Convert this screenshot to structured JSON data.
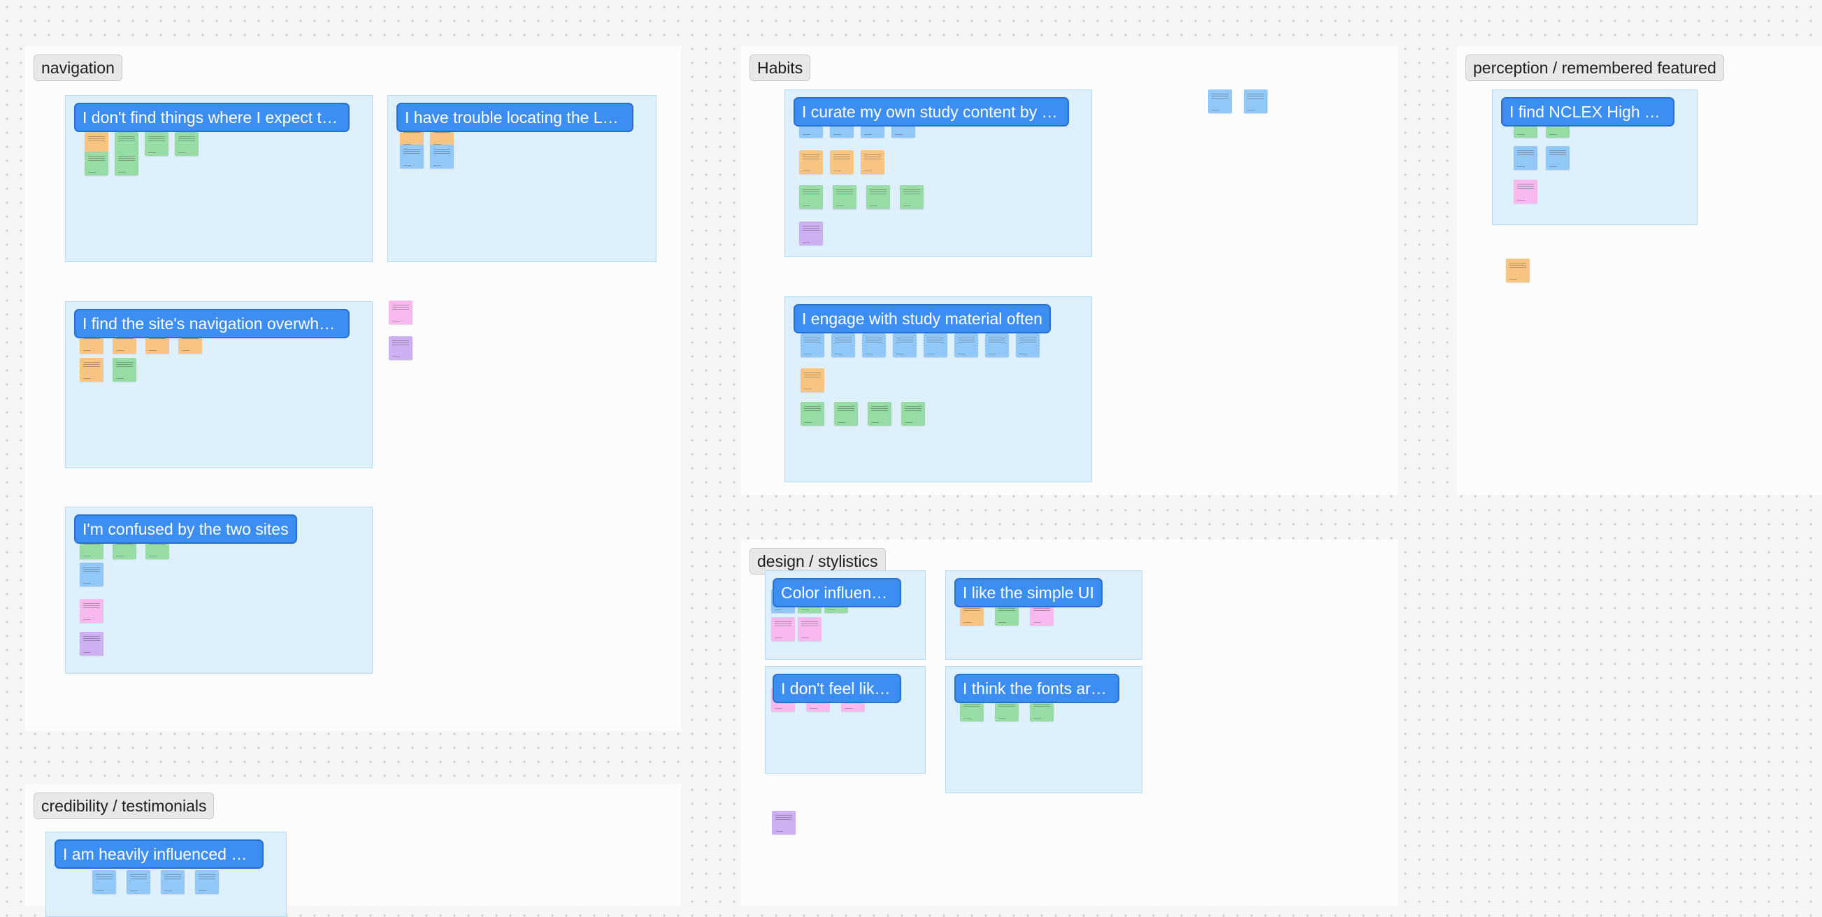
{
  "colors": {
    "canvas": "#f5f5f5",
    "section_bg": "#fcfcfc",
    "cluster_bg": "#dff0fd",
    "cluster_title_bg": "#3d8ef2",
    "sticky_blue": "#91c8f7",
    "sticky_orange": "#f8c481",
    "sticky_green": "#96dca4",
    "sticky_pink": "#f8b9ee",
    "sticky_purple": "#cdb0f1"
  },
  "sections": {
    "navigation": {
      "label": "navigation"
    },
    "credibility": {
      "label": "credibility / testimonials"
    },
    "habits": {
      "label": "Habits"
    },
    "perception": {
      "label": "perception / remembered featured"
    },
    "design": {
      "label": "design / stylistics"
    }
  },
  "clusters": {
    "nav_expect": "I don't find things where I expect th...",
    "nav_login": "I have trouble locating the Login",
    "nav_overwhelm": "I find the site's navigation overwhel...",
    "nav_two_sites": "I'm confused by the two sites",
    "cred_influenced": "I am heavily influenced by ...",
    "habits_curate": "I curate my own study content by c...",
    "habits_engage": "I engage with study material often",
    "perception_nclex": "I find NCLEX High Yiel...",
    "design_color": "Color influence...",
    "design_simple": "I like the simple UI",
    "design_dont_feel": "I don't feel like ...",
    "design_fonts": "I think the fonts aren..."
  }
}
